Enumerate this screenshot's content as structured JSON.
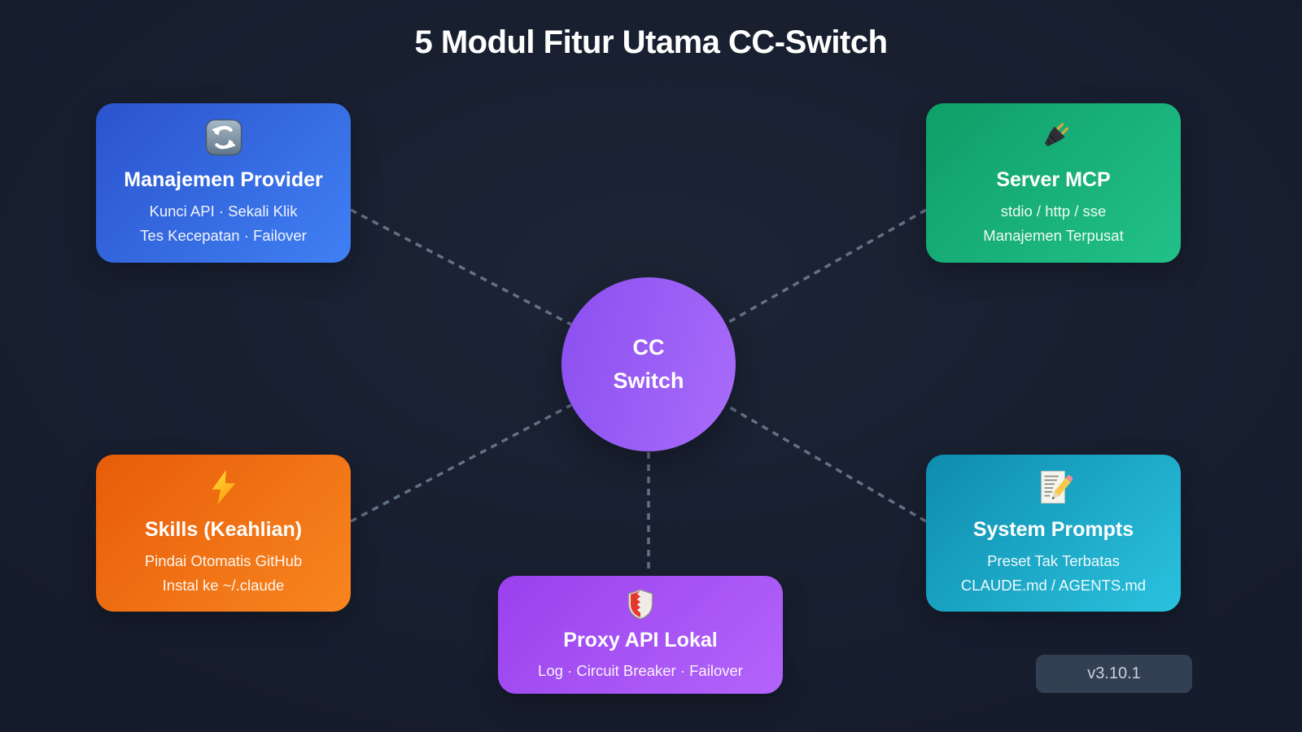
{
  "title": "5 Modul Fitur Utama CC-Switch",
  "center_node": {
    "label_line1": "CC",
    "label_line2": "Switch",
    "gradient": [
      "#8b4ff0",
      "#a96cfa"
    ]
  },
  "version_badge": "v3.10.1",
  "connectors": {
    "color": "#6b7a8e",
    "style": "dashed"
  },
  "modules": [
    {
      "id": "provider-management",
      "icon": "sync-icon",
      "title": "Manajemen Provider",
      "lines": [
        "Kunci API · Sekali Klik",
        "Tes Kecepatan · Failover"
      ],
      "gradient": [
        "#2b53cd",
        "#4080f4"
      ]
    },
    {
      "id": "mcp-server",
      "icon": "plug-icon",
      "title": "Server MCP",
      "lines": [
        "stdio / http / sse",
        "Manajemen Terpusat"
      ],
      "gradient": [
        "#0f9e68",
        "#22c18a"
      ]
    },
    {
      "id": "skills",
      "icon": "lightning-icon",
      "title": "Skills (Keahlian)",
      "lines": [
        "Pindai Otomatis GitHub",
        "Instal ke ~/.claude"
      ],
      "gradient": [
        "#e85c09",
        "#f8861f"
      ]
    },
    {
      "id": "local-api-proxy",
      "icon": "shield-icon",
      "title": "Proxy API Lokal",
      "lines": [
        "Log · Circuit Breaker · Failover"
      ],
      "gradient": [
        "#9a41ee",
        "#b364fa"
      ]
    },
    {
      "id": "system-prompts",
      "icon": "memo-icon",
      "title": "System Prompts",
      "lines": [
        "Preset Tak Terbatas",
        "CLAUDE.md / AGENTS.md"
      ],
      "gradient": [
        "#0e8cae",
        "#2ac2de"
      ]
    }
  ]
}
